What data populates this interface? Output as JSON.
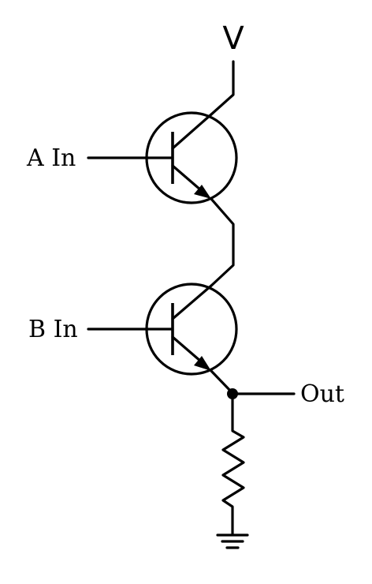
{
  "labels": {
    "supply": "V",
    "input_a": "A In",
    "input_b": "B In",
    "output": "Out"
  },
  "components": {
    "transistor_top": "npn-transistor",
    "transistor_bottom": "npn-transistor",
    "resistor": "resistor",
    "ground": "ground"
  },
  "colors": {
    "line": "#000000",
    "background": "#ffffff"
  }
}
